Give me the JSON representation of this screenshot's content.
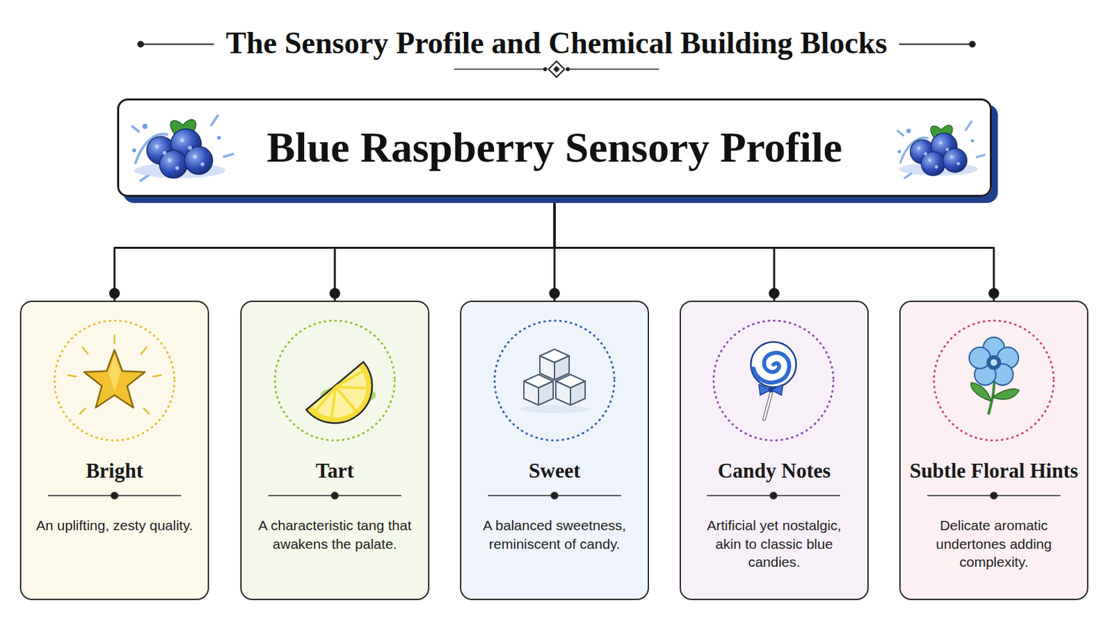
{
  "diagram": {
    "title": "The Sensory Profile and Chemical Building Blocks",
    "nodes": [
      {
        "text": [
          "Blue Raspberry Sensory Profile"
        ]
      },
      {
        "text": [
          "Bright",
          "An uplifting, zesty quality."
        ]
      },
      {
        "text": [
          "Tart",
          "A characteristic tang that awakens the palate."
        ]
      },
      {
        "text": [
          "Sweet",
          "A balanced sweetness, reminiscent of candy."
        ]
      },
      {
        "text": [
          "Candy Notes",
          "Artificial yet nostalgic, akin to classic blue candies."
        ]
      },
      {
        "text": [
          "Subtle Floral Hints",
          "Delicate aromatic undertones adding complexity."
        ]
      }
    ],
    "edges": [
      {
        "from": 0,
        "to": 1,
        "arrow": "none"
      },
      {
        "from": 0,
        "to": 2,
        "arrow": "none"
      },
      {
        "from": 0,
        "to": 3,
        "arrow": "none"
      },
      {
        "from": 0,
        "to": 4,
        "arrow": "none"
      },
      {
        "from": 0,
        "to": 5,
        "arrow": "none"
      }
    ]
  }
}
